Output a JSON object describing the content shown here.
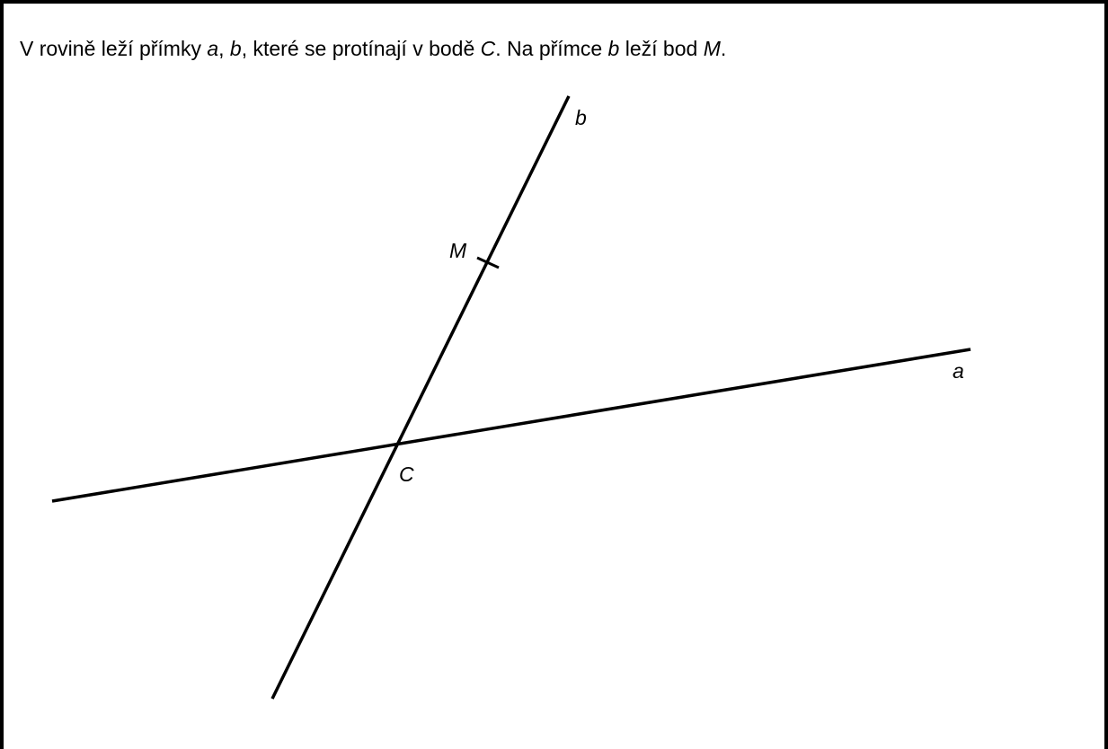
{
  "statement": {
    "part1": "V rovině leží přímky ",
    "var_a": "a",
    "sep1": ", ",
    "var_b": "b",
    "part2": ", které se protínají v bodě ",
    "var_C": "C",
    "part3": ". Na přímce ",
    "var_b2": "b",
    "part4": " leží bod ",
    "var_M": "M",
    "part5": "."
  },
  "figure": {
    "line_a_label": "a",
    "line_b_label": "b",
    "point_C_label": "C",
    "point_M_label": "M",
    "stroke_color": "#000000"
  }
}
